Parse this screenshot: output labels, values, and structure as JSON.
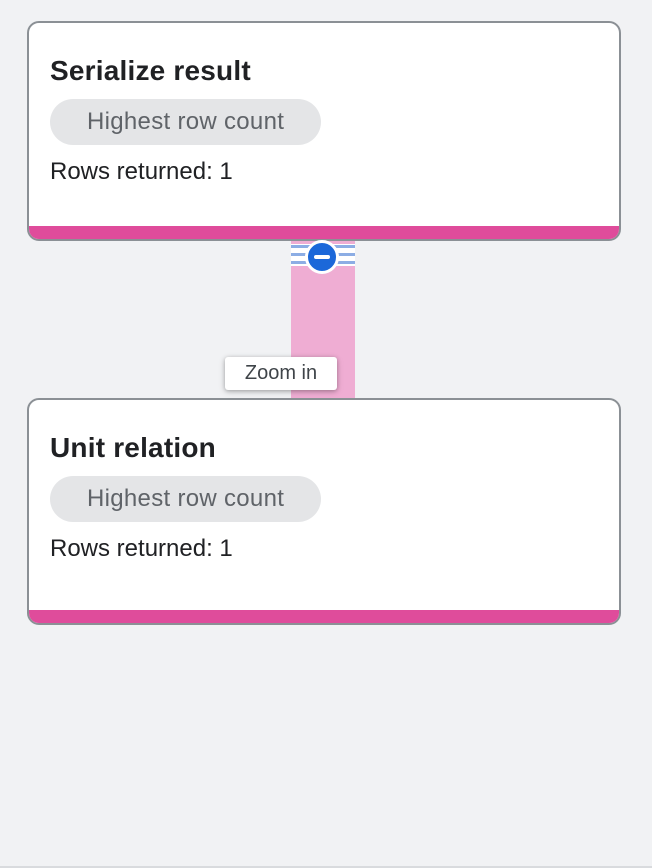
{
  "nodes": [
    {
      "title": "Serialize result",
      "badge": "Highest row count",
      "rows_returned": "Rows returned: 1"
    },
    {
      "title": "Unit relation",
      "badge": "Highest row count",
      "rows_returned": "Rows returned: 1"
    }
  ],
  "tooltip": {
    "label": "Zoom in"
  },
  "edge": {
    "collapse_icon": "minus-circle-icon",
    "stripe_count": 3
  },
  "colors": {
    "background": "#f1f2f4",
    "accent_bar": "#df4c9b",
    "edge_band": "#efadd3",
    "stripe": "#8cade4",
    "collapse_button": "#1c68d9",
    "badge_background": "#e4e5e7",
    "badge_text": "#5f6368",
    "card_border": "#8b9095",
    "title_text": "#202124"
  }
}
